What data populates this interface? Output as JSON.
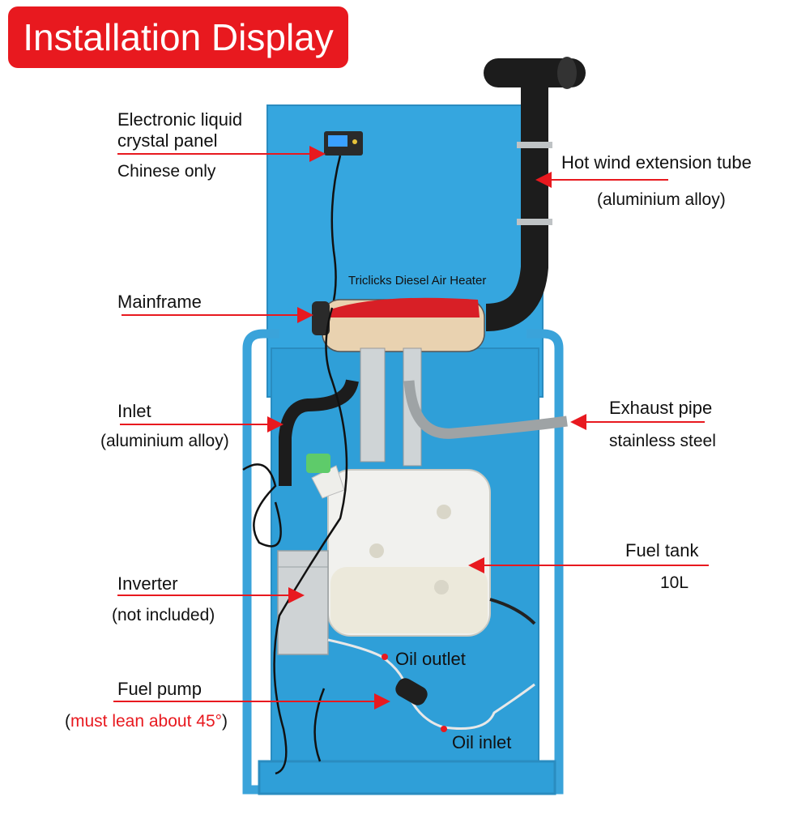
{
  "title": "Installation Display",
  "heater_label": "Triclicks Diesel Air Heater",
  "labels": {
    "panel": "Electronic liquid\ncrystal panel",
    "panel_note": "Chinese only",
    "hot_wind": "Hot wind extension tube",
    "hot_wind_note": "(aluminium alloy)",
    "mainframe": "Mainframe",
    "inlet": "Inlet",
    "inlet_note": "(aluminium alloy)",
    "exhaust": "Exhaust pipe",
    "exhaust_note": "stainless steel",
    "fuel_tank": "Fuel tank",
    "fuel_tank_note": "10L",
    "inverter": "Inverter",
    "inverter_note": "(not included)",
    "oil_outlet": "Oil outlet",
    "fuel_pump": "Fuel pump",
    "fuel_pump_note_open": "(",
    "fuel_pump_note_red": "must lean about 45°",
    "fuel_pump_note_close": ")",
    "oil_inlet": "Oil inlet"
  },
  "colors": {
    "accent_red": "#e8191f",
    "panel_blue": "#35a6df",
    "tube_black": "#1c1c1c",
    "tank_white": "#f1f1ee"
  }
}
